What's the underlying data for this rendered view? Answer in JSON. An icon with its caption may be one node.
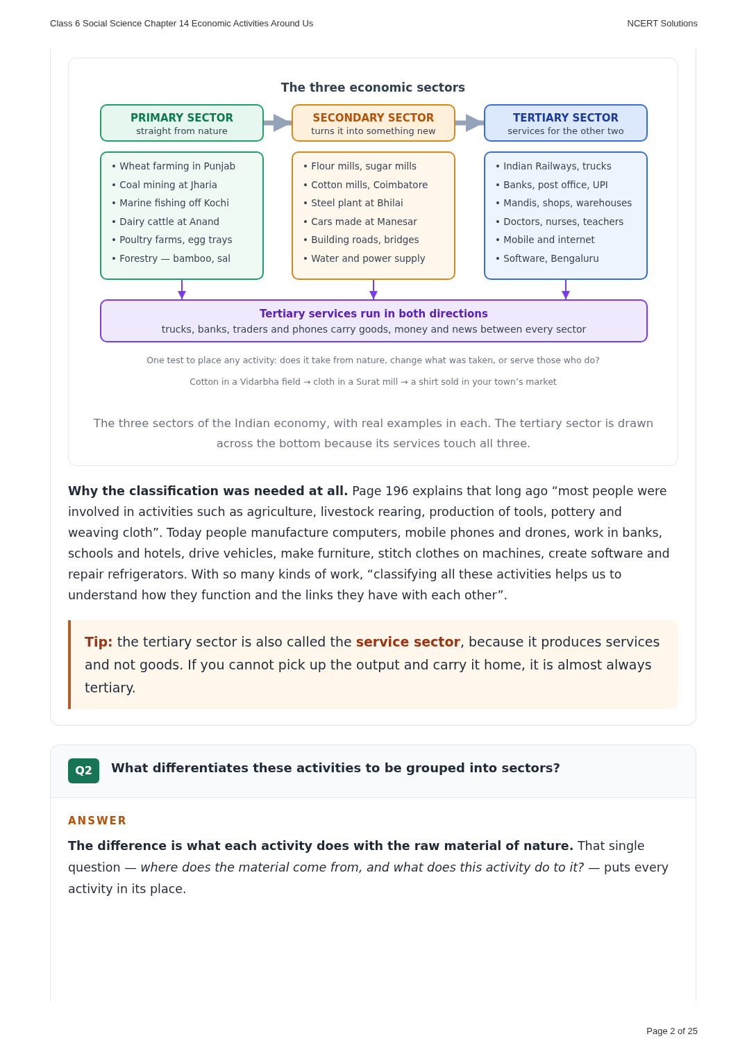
{
  "diagram": {
    "title": "The three economic sectors",
    "caption": "The three sectors of the Indian economy, with real examples in each. The tertiary sector is drawn across the bottom because its services touch all three.",
    "nodes": [
      {
        "text": [
          "PRIMARY SECTOR",
          "straight from nature"
        ]
      },
      {
        "text": [
          "SECONDARY SECTOR",
          "turns it into something new"
        ]
      },
      {
        "text": [
          "TERTIARY SECTOR",
          "services for the other two"
        ]
      },
      {
        "text": [
          "• Wheat farming in Punjab",
          "• Coal mining at Jharia",
          "• Marine fishing off Kochi",
          "• Dairy cattle at Anand",
          "• Poultry farms, egg trays",
          "• Forestry — bamboo, sal"
        ]
      },
      {
        "text": [
          "• Flour mills, sugar mills",
          "• Cotton mills, Coimbatore",
          "• Steel plant at Bhilai",
          "• Cars made at Manesar",
          "• Building roads, bridges",
          "• Water and power supply"
        ]
      },
      {
        "text": [
          "• Indian Railways, trucks",
          "• Banks, post office, UPI",
          "• Mandis, shops, warehouses",
          "• Doctors, nurses, teachers",
          "• Mobile and internet",
          "• Software, Bengaluru"
        ]
      },
      {
        "text": [
          "Tertiary services run in both directions",
          "trucks, banks, traders and phones carry goods, money and news between every sector"
        ]
      }
    ],
    "edges": [
      {
        "from": 0,
        "to": 1,
        "arrow": "to",
        "style": "thick",
        "color": "#94a3b8"
      },
      {
        "from": 1,
        "to": 2,
        "arrow": "to",
        "style": "thick",
        "color": "#94a3b8"
      },
      {
        "from": 3,
        "to": 6,
        "arrow": "to"
      },
      {
        "from": 4,
        "to": 6,
        "arrow": "to"
      },
      {
        "from": 5,
        "to": 6,
        "arrow": "to"
      }
    ],
    "labels": [
      "Class 6 Social Science Chapter 14 Economic Activities Around Us",
      "NCERT Solutions",
      "One test to place any activity: does it take from nature, change what was taken, or serve those who do?",
      "Cotton in a Vidarbha field → cloth in a Surat mill → a shirt sold in your town’s market",
      "**Why the classification was needed at all.** Page 196 explains that long ago “most people were involved in activities such as agriculture, livestock rearing, production of tools, pottery and weaving cloth”. Today people manufacture computers, mobile phones and drones, work in banks, schools and hotels, drive vehicles, make furniture, stitch clothes on machines, create software and repair refrigerators. With so many kinds of work, “classifying all these activities helps us to understand how they function and the links they have with each other”.",
      "**Tip:** the tertiary sector is also called the **service sector**, because it produces services and not goods. If you cannot pick up the output and carry it home, it is almost always tertiary.",
      "Q2",
      "What differentiates these activities to be grouped into sectors?",
      "ANSWER",
      "**The difference is what each activity does with the raw material of nature.** That single question — *where does the material come from, and what does this activity do to it?* — puts every activity in its place.",
      "Page 2 of 25"
    ]
  }
}
